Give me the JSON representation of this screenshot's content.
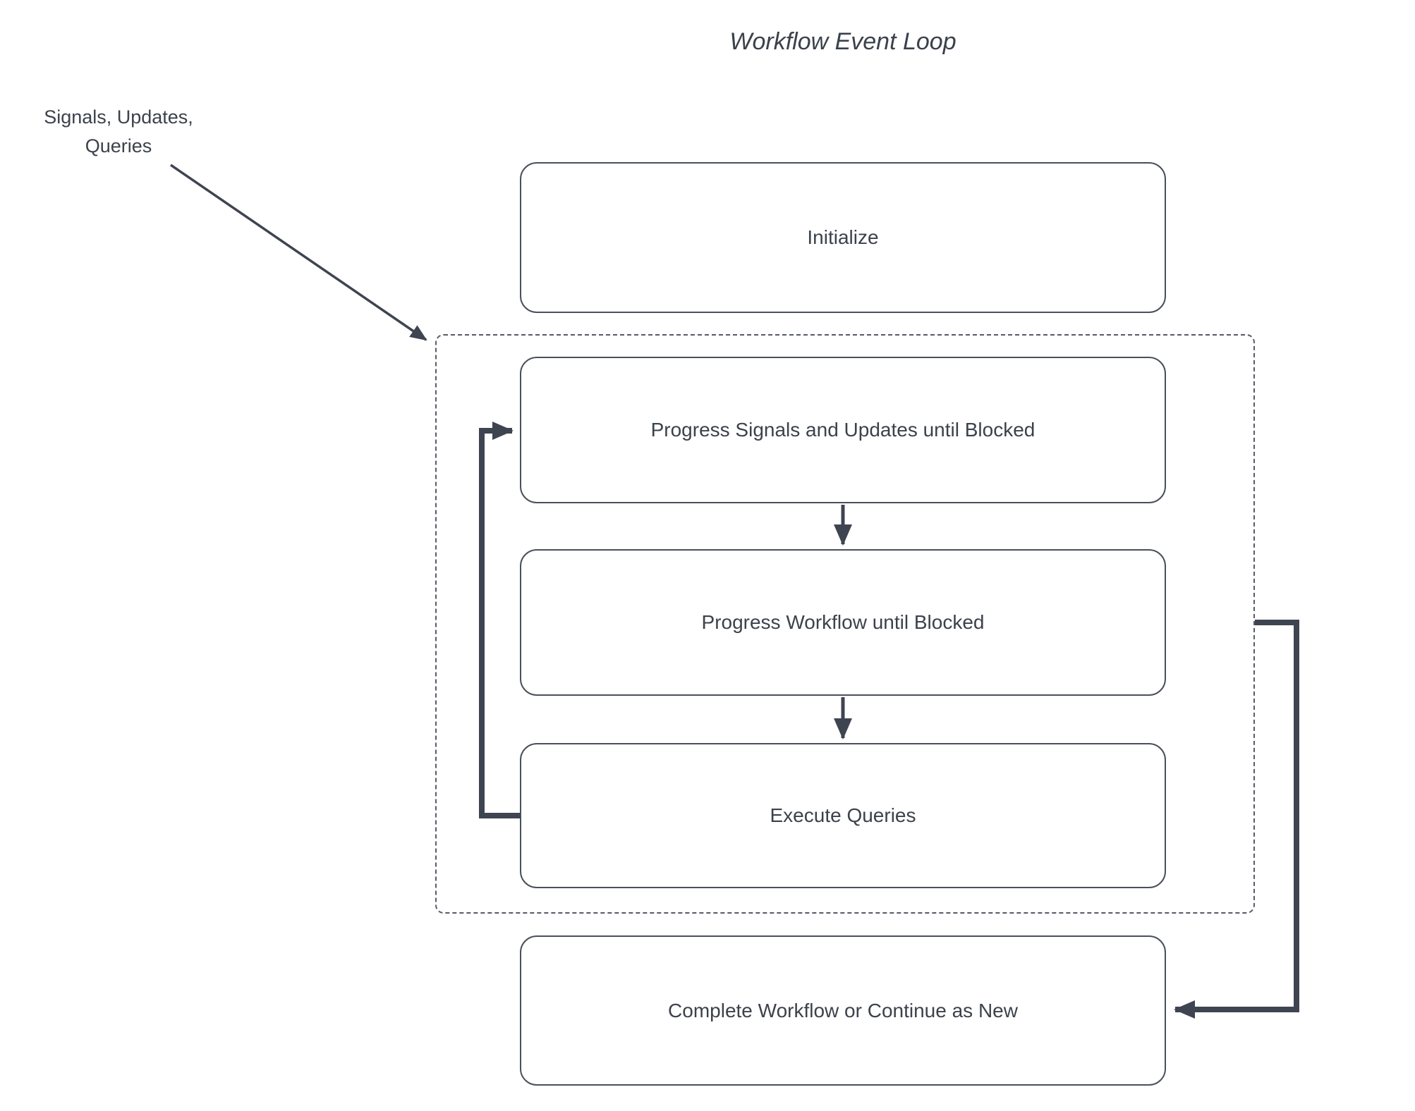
{
  "diagram": {
    "title": "Workflow Event Loop",
    "annotation": "Signals, Updates,\nQueries",
    "nodes": {
      "initialize": {
        "label": "Initialize"
      },
      "progress_signals": {
        "label": "Progress Signals and Updates until Blocked"
      },
      "progress_workflow": {
        "label": "Progress Workflow until Blocked"
      },
      "execute_queries": {
        "label": "Execute Queries"
      },
      "complete": {
        "label": "Complete Workflow or Continue as New"
      }
    },
    "edges": {
      "annotation_to_loop": "signals-updates-queries-into-event-loop",
      "signals_to_workflow": "progress-signals-to-progress-workflow",
      "workflow_to_queries": "progress-workflow-to-execute-queries",
      "queries_back_to_signals": "execute-queries-loop-back-to-progress-signals",
      "loop_to_complete": "event-loop-to-complete-workflow"
    },
    "colors": {
      "stroke": "#3e4450",
      "border": "#4a505a",
      "text": "#3c424b",
      "background": "#ffffff"
    }
  }
}
